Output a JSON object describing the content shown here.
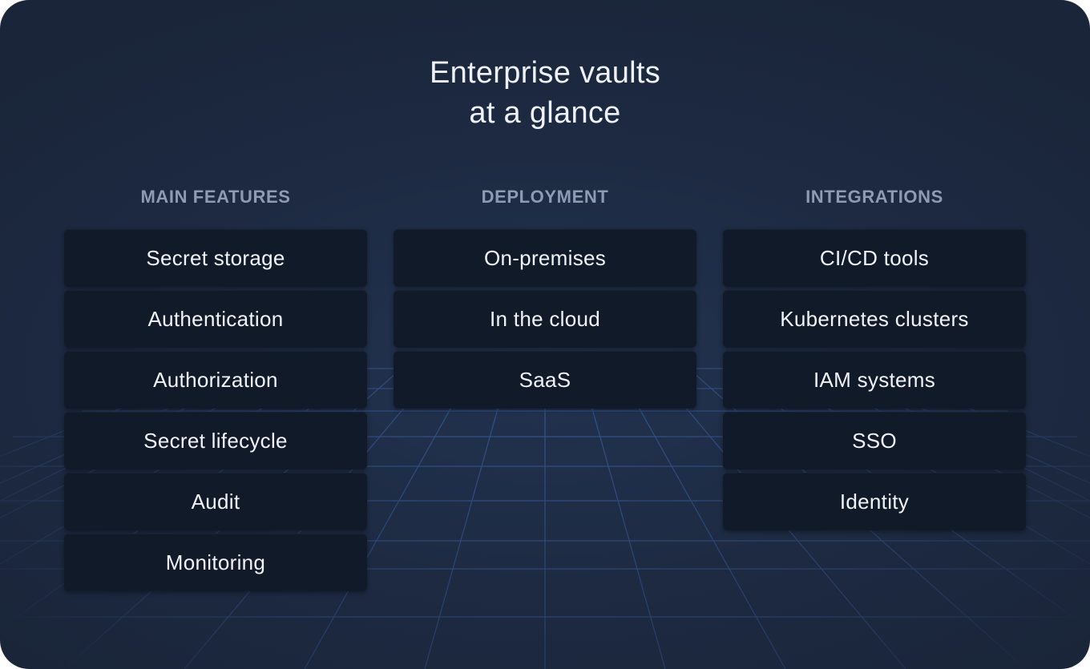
{
  "title": {
    "line1": "Enterprise vaults",
    "line2": "at a glance"
  },
  "columns": [
    {
      "heading": "MAIN FEATURES",
      "items": [
        "Secret storage",
        "Authentication",
        "Authorization",
        "Secret lifecycle",
        "Audit",
        "Monitoring"
      ]
    },
    {
      "heading": "DEPLOYMENT",
      "items": [
        "On-premises",
        "In the cloud",
        "SaaS"
      ]
    },
    {
      "heading": "INTEGRATIONS",
      "items": [
        "CI/CD tools",
        "Kubernetes clusters",
        "IAM systems",
        "SSO",
        "Identity"
      ]
    }
  ],
  "colors": {
    "background": "#1d2a42",
    "box": "#111a28",
    "heading": "#8d9bb3",
    "text": "#f0f3f8",
    "grid_line": "#3a5f9e"
  }
}
